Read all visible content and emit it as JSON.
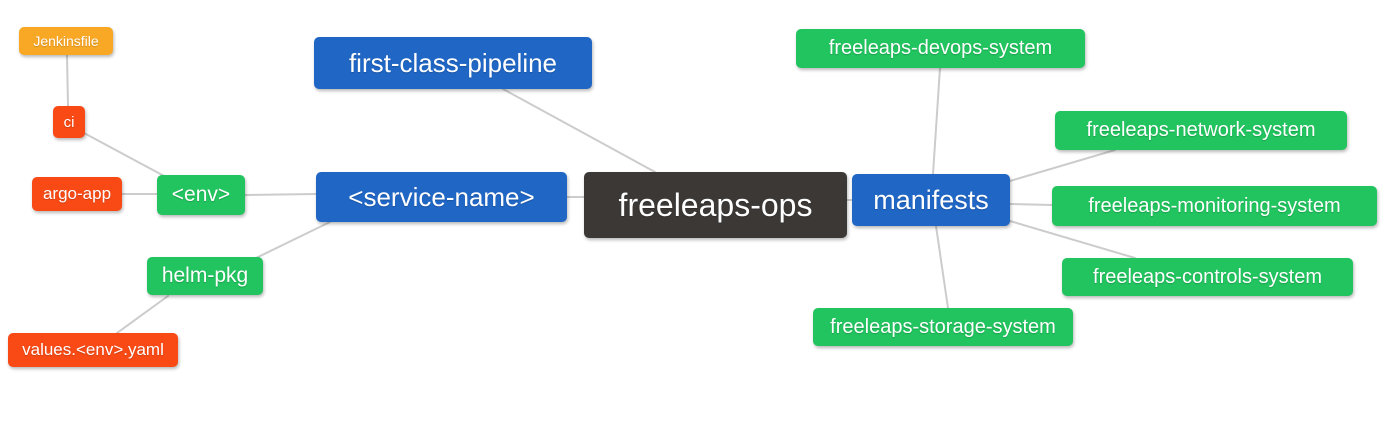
{
  "diagram": {
    "type": "mindmap",
    "background_color": "#ffffff",
    "edge_color": "#cccccc",
    "palette": {
      "orange": "#f9a826",
      "red_orange": "#f94a15",
      "green": "#21c45e",
      "blue": "#2066c5",
      "dark": "#3b3836",
      "node_text": "#ffffff"
    },
    "nodes": [
      {
        "id": "jenkinsfile",
        "label": "Jenkinsfile",
        "color": "orange"
      },
      {
        "id": "ci",
        "label": "ci",
        "color": "red_orange"
      },
      {
        "id": "argo-app",
        "label": "argo-app",
        "color": "red_orange"
      },
      {
        "id": "env",
        "label": "<env>",
        "color": "green"
      },
      {
        "id": "service-name",
        "label": "<service-name>",
        "color": "blue"
      },
      {
        "id": "first-class-pipeline",
        "label": "first-class-pipeline",
        "color": "blue"
      },
      {
        "id": "freeleaps-ops",
        "label": "freeleaps-ops",
        "color": "dark"
      },
      {
        "id": "manifests",
        "label": "manifests",
        "color": "blue"
      },
      {
        "id": "freeleaps-devops-system",
        "label": "freeleaps-devops-system",
        "color": "green"
      },
      {
        "id": "freeleaps-network-system",
        "label": "freeleaps-network-system",
        "color": "green"
      },
      {
        "id": "freeleaps-monitoring-system",
        "label": "freeleaps-monitoring-system",
        "color": "green"
      },
      {
        "id": "freeleaps-controls-system",
        "label": "freeleaps-controls-system",
        "color": "green"
      },
      {
        "id": "freeleaps-storage-system",
        "label": "freeleaps-storage-system",
        "color": "green"
      },
      {
        "id": "helm-pkg",
        "label": "helm-pkg",
        "color": "green"
      },
      {
        "id": "values-env-yaml",
        "label": "values.<env>.yaml",
        "color": "red_orange"
      }
    ],
    "edges": [
      {
        "from": "Jenkinsfile",
        "to": "ci"
      },
      {
        "from": "ci",
        "to": "<env>"
      },
      {
        "from": "argo-app",
        "to": "<env>"
      },
      {
        "from": "<env>",
        "to": "<service-name>"
      },
      {
        "from": "helm-pkg",
        "to": "<service-name>"
      },
      {
        "from": "values.<env>.yaml",
        "to": "helm-pkg"
      },
      {
        "from": "<service-name>",
        "to": "freeleaps-ops"
      },
      {
        "from": "first-class-pipeline",
        "to": "freeleaps-ops"
      },
      {
        "from": "freeleaps-ops",
        "to": "manifests"
      },
      {
        "from": "manifests",
        "to": "freeleaps-devops-system"
      },
      {
        "from": "manifests",
        "to": "freeleaps-network-system"
      },
      {
        "from": "manifests",
        "to": "freeleaps-monitoring-system"
      },
      {
        "from": "manifests",
        "to": "freeleaps-controls-system"
      },
      {
        "from": "manifests",
        "to": "freeleaps-storage-system"
      }
    ]
  }
}
